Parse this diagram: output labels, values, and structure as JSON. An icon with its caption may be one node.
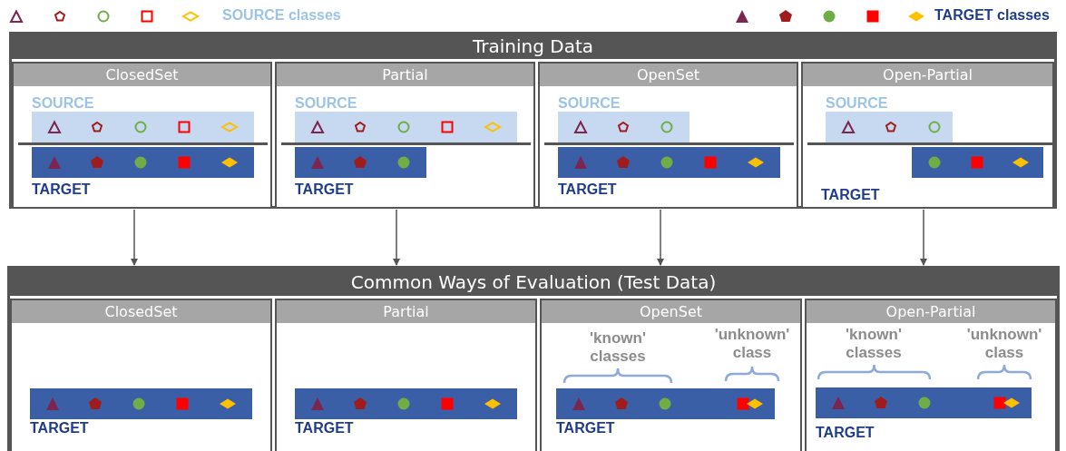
{
  "diagram": {
    "nodes": [
      {
        "text": [
          "Training Data"
        ]
      },
      {
        "text": [
          "ClosedSet"
        ],
        "in": 0
      },
      {
        "text": [
          "SOURCE"
        ],
        "in": 1
      },
      {
        "text": [
          "TARGET"
        ],
        "in": 1
      },
      {
        "text": [
          "Partial"
        ],
        "in": 0
      },
      {
        "text": [
          "SOURCE"
        ],
        "in": 4
      },
      {
        "text": [
          "TARGET"
        ],
        "in": 4
      },
      {
        "text": [
          "OpenSet"
        ],
        "in": 0
      },
      {
        "text": [
          "SOURCE"
        ],
        "in": 7
      },
      {
        "text": [
          "TARGET"
        ],
        "in": 7
      },
      {
        "text": [
          "Open-Partial"
        ],
        "in": 0
      },
      {
        "text": [
          "SOURCE"
        ],
        "in": 10
      },
      {
        "text": [
          "TARGET"
        ],
        "in": 10
      },
      {
        "text": [
          "Common Ways of Evaluation (Test Data)"
        ]
      },
      {
        "text": [
          "ClosedSet"
        ],
        "in": 13
      },
      {
        "text": [
          "TARGET"
        ],
        "in": 14
      },
      {
        "text": [
          "Partial"
        ],
        "in": 13
      },
      {
        "text": [
          "TARGET"
        ],
        "in": 16
      },
      {
        "text": [
          "OpenSet",
          "'known' classes",
          "'unknown' class"
        ],
        "in": 13
      },
      {
        "text": [
          "TARGET"
        ],
        "in": 18
      },
      {
        "text": [
          "Open-Partial",
          "'known' classes",
          "'unknown' class"
        ],
        "in": 13
      },
      {
        "text": [
          "TARGET"
        ],
        "in": 20
      }
    ],
    "edges": [
      {
        "from": 0,
        "to": 13,
        "arrow": "to"
      },
      {
        "from": 0,
        "to": 13,
        "arrow": "to"
      },
      {
        "from": 0,
        "to": 13,
        "arrow": "to"
      },
      {
        "from": 0,
        "to": 13,
        "arrow": "to"
      }
    ],
    "legend": [
      {
        "text": "SOURCE classes"
      },
      {
        "text": "TARGET classes"
      }
    ]
  }
}
